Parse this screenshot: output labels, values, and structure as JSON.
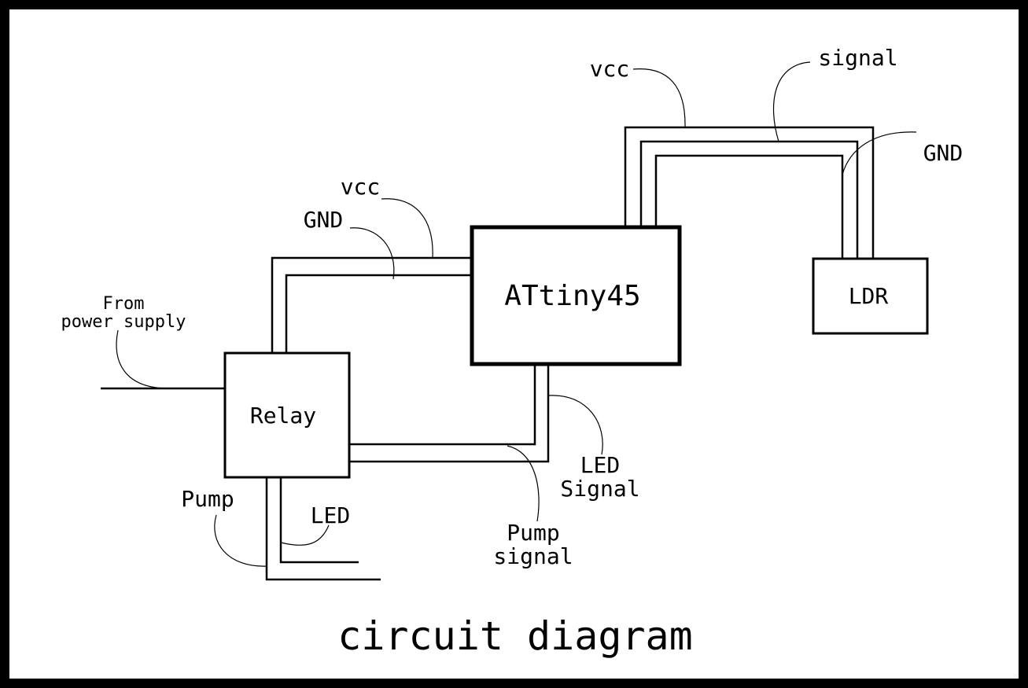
{
  "title": "circuit diagram",
  "components": {
    "mcu": "ATtiny45",
    "relay": "Relay",
    "ldr": "LDR"
  },
  "labels": {
    "vcc_top": "vcc",
    "signal_top": "signal",
    "gnd_right": "GND",
    "vcc_left": "vcc",
    "gnd_left": "GND",
    "from_power_line1": "From",
    "from_power_line2": "power supply",
    "led_signal_line1": "LED",
    "led_signal_line2": "Signal",
    "pump_signal_line1": "Pump",
    "pump_signal_line2": "signal",
    "pump": "Pump",
    "led": "LED"
  },
  "colors": {
    "background": "#ffffff",
    "frame": "#000000",
    "ink": "#000000"
  }
}
